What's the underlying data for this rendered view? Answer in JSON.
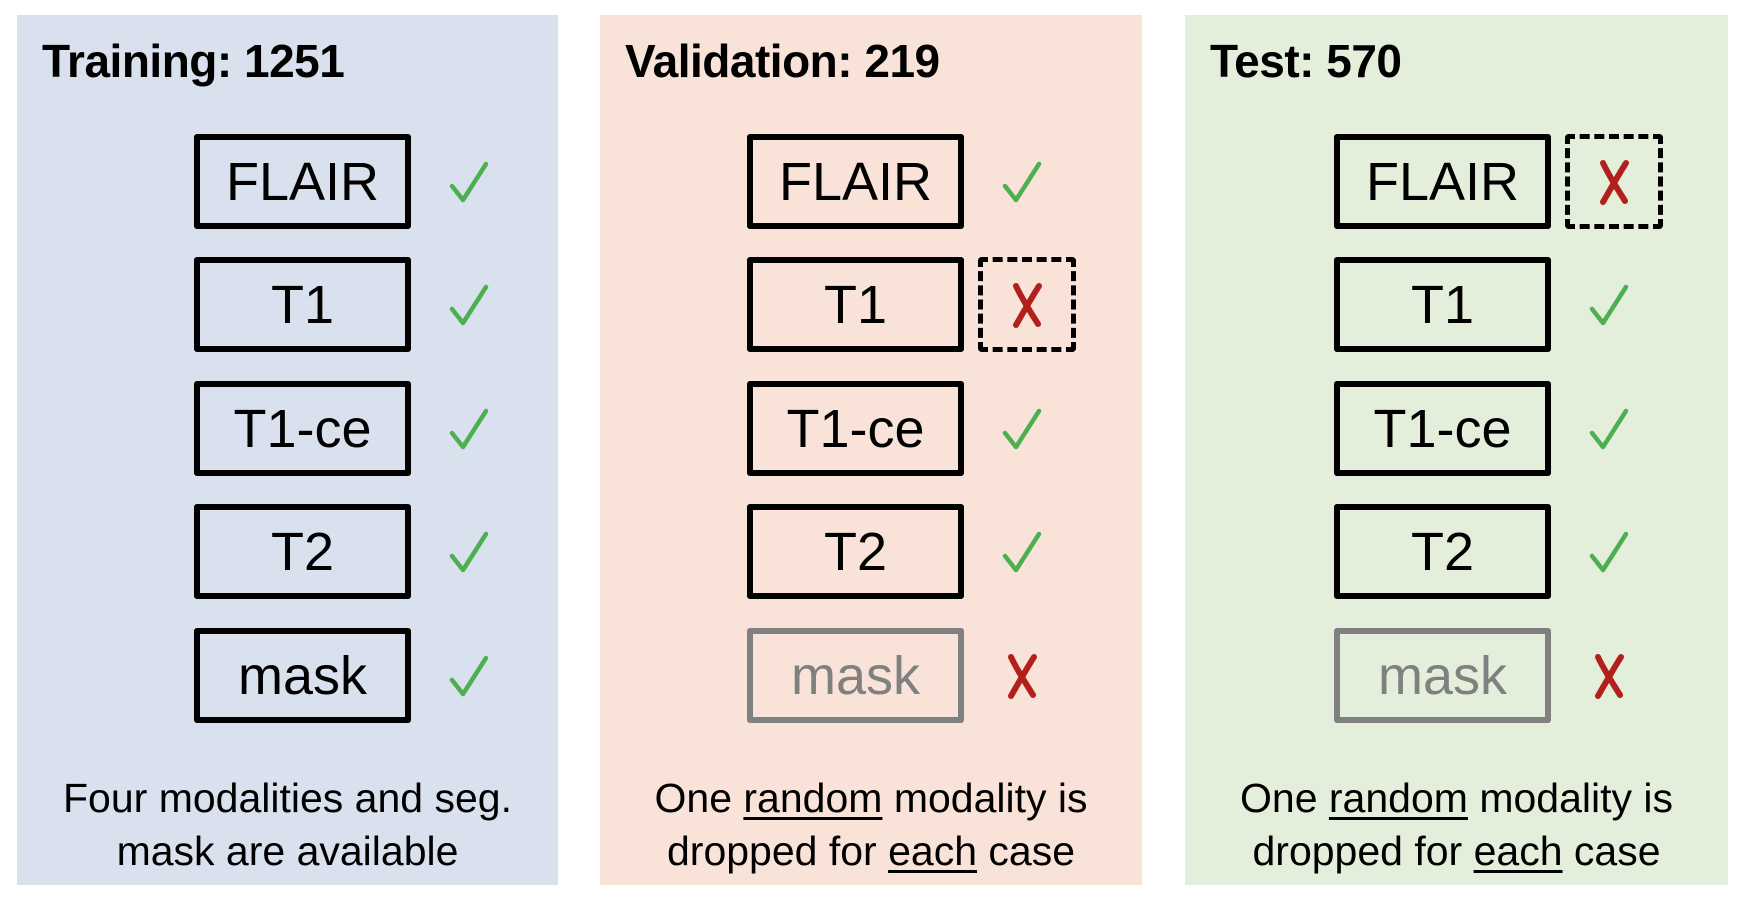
{
  "colors": {
    "training_bg": "#dae1ee",
    "validation_bg": "#f9e3d8",
    "test_bg": "#e3eedb",
    "check_green": "#4caf50",
    "cross_red": "#b3201c",
    "unavailable_gray": "#808080"
  },
  "panels": [
    {
      "id": "training",
      "title": "Training: 1251",
      "rows": [
        {
          "label": "FLAIR",
          "status": "available",
          "indicator": "check-icon",
          "dropped_highlight": false
        },
        {
          "label": "T1",
          "status": "available",
          "indicator": "check-icon",
          "dropped_highlight": false
        },
        {
          "label": "T1-ce",
          "status": "available",
          "indicator": "check-icon",
          "dropped_highlight": false
        },
        {
          "label": "T2",
          "status": "available",
          "indicator": "check-icon",
          "dropped_highlight": false
        },
        {
          "label": "mask",
          "status": "available",
          "indicator": "check-icon",
          "dropped_highlight": false
        }
      ],
      "caption": {
        "line1": [
          {
            "text": "Four modalities and seg.",
            "underline": false
          }
        ],
        "line2": [
          {
            "text": "mask are available",
            "underline": false
          }
        ]
      }
    },
    {
      "id": "validation",
      "title": "Validation: 219",
      "rows": [
        {
          "label": "FLAIR",
          "status": "available",
          "indicator": "check-icon",
          "dropped_highlight": false
        },
        {
          "label": "T1",
          "status": "dropped",
          "indicator": "cross-icon",
          "dropped_highlight": true
        },
        {
          "label": "T1-ce",
          "status": "available",
          "indicator": "check-icon",
          "dropped_highlight": false
        },
        {
          "label": "T2",
          "status": "available",
          "indicator": "check-icon",
          "dropped_highlight": false
        },
        {
          "label": "mask",
          "status": "unavailable",
          "indicator": "cross-icon",
          "dropped_highlight": false
        }
      ],
      "caption": {
        "line1": [
          {
            "text": "One ",
            "underline": false
          },
          {
            "text": "random",
            "underline": true
          },
          {
            "text": " modality is",
            "underline": false
          }
        ],
        "line2": [
          {
            "text": "dropped for ",
            "underline": false
          },
          {
            "text": "each",
            "underline": true
          },
          {
            "text": " case",
            "underline": false
          }
        ]
      }
    },
    {
      "id": "test",
      "title": "Test: 570",
      "rows": [
        {
          "label": "FLAIR",
          "status": "dropped",
          "indicator": "cross-icon",
          "dropped_highlight": true
        },
        {
          "label": "T1",
          "status": "available",
          "indicator": "check-icon",
          "dropped_highlight": false
        },
        {
          "label": "T1-ce",
          "status": "available",
          "indicator": "check-icon",
          "dropped_highlight": false
        },
        {
          "label": "T2",
          "status": "available",
          "indicator": "check-icon",
          "dropped_highlight": false
        },
        {
          "label": "mask",
          "status": "unavailable",
          "indicator": "cross-icon",
          "dropped_highlight": false
        }
      ],
      "caption": {
        "line1": [
          {
            "text": "One ",
            "underline": false
          },
          {
            "text": "random",
            "underline": true
          },
          {
            "text": " modality is",
            "underline": false
          }
        ],
        "line2": [
          {
            "text": "dropped for ",
            "underline": false
          },
          {
            "text": "each",
            "underline": true
          },
          {
            "text": " case",
            "underline": false
          }
        ]
      }
    }
  ]
}
